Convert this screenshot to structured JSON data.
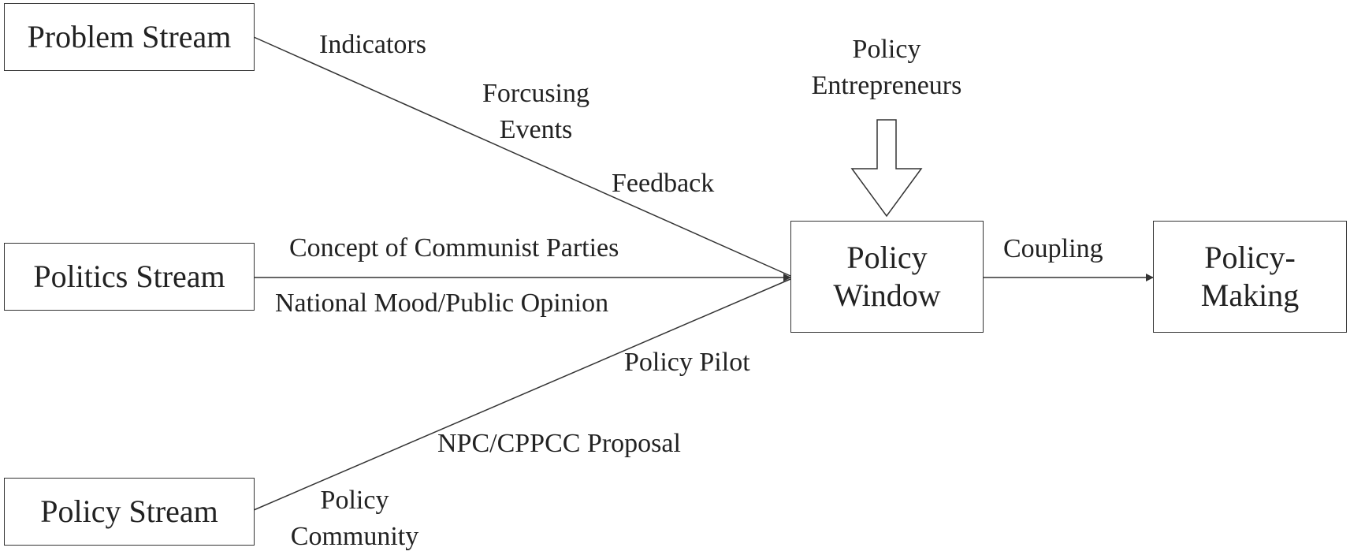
{
  "streams": {
    "problem": "Problem Stream",
    "politics": "Politics Stream",
    "policy": "Policy Stream"
  },
  "window_box": {
    "line1": "Policy",
    "line2": "Window"
  },
  "making_box": {
    "line1": "Policy-",
    "line2": "Making"
  },
  "labels": {
    "indicators": "Indicators",
    "forcing_1": "Forcusing",
    "forcing_2": "Events",
    "feedback": "Feedback",
    "entrepreneurs_1": "Policy",
    "entrepreneurs_2": "Entrepreneurs",
    "concept": "Concept of Communist Parties",
    "mood": "National Mood/Public Opinion",
    "coupling": "Coupling",
    "pilot": "Policy Pilot",
    "proposal": "NPC/CPPCC Proposal",
    "community_1": "Policy",
    "community_2": "Community"
  },
  "colors": {
    "line": "#333333",
    "text": "#222222"
  }
}
